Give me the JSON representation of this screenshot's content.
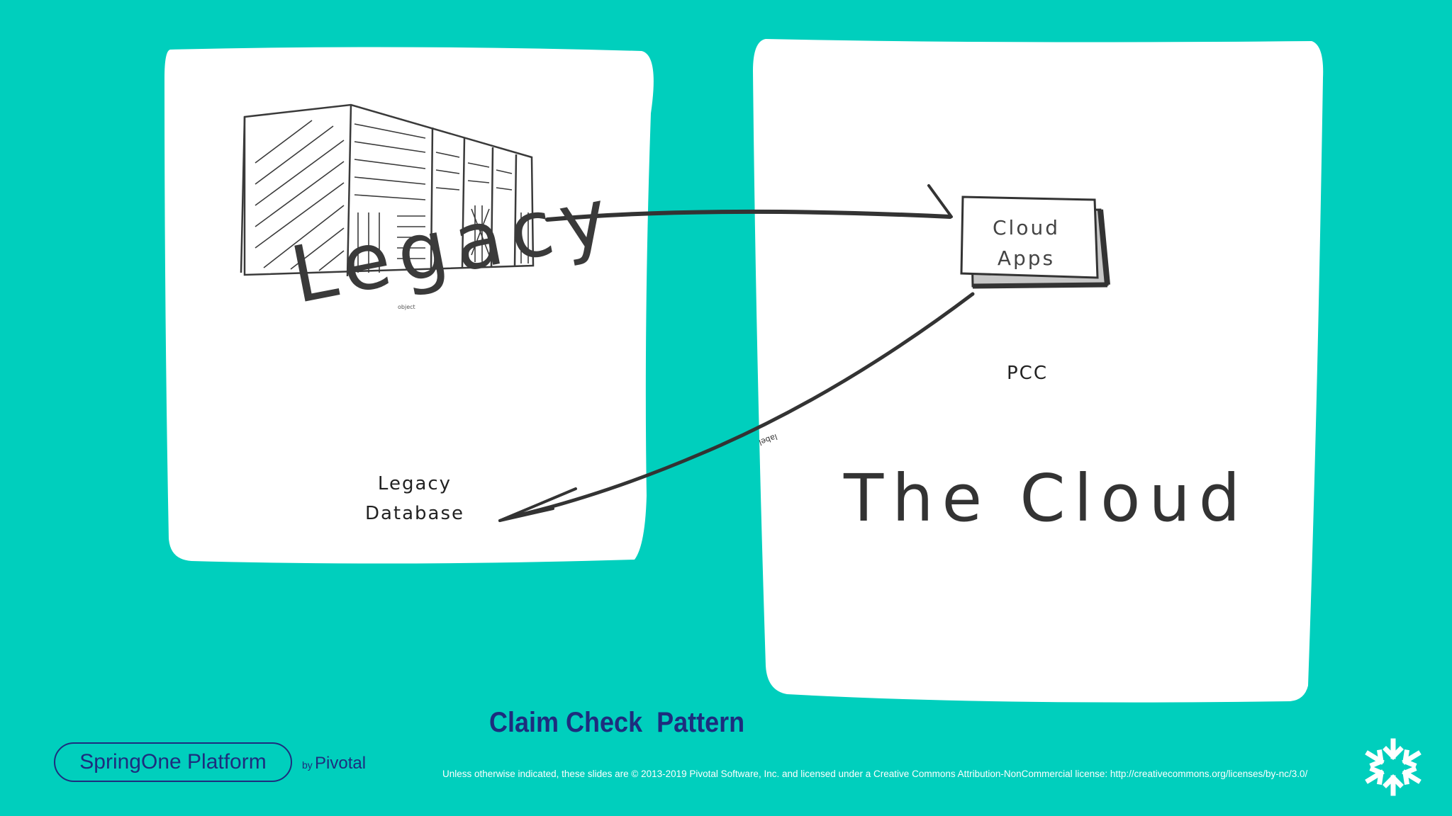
{
  "diagram": {
    "left_panel": {
      "big_label": "Legacy",
      "tiny_label": "object",
      "node_label": "Legacy Database"
    },
    "right_panel": {
      "node_label": "Cloud Apps",
      "sub_label": "PCC",
      "big_label": "The Cloud"
    },
    "arrow_label": "label"
  },
  "slide": {
    "title": "Claim Check  Pattern",
    "brand": "SpringOne Platform",
    "brand_by": "by",
    "brand_company": "Pivotal",
    "license": "Unless otherwise indicated, these slides are © 2013-2019 Pivotal Software, Inc. and licensed under a Creative Commons Attribution-NonCommercial license: http://creativecommons.org/licenses/by-nc/3.0/"
  },
  "colors": {
    "background": "#00cfbd",
    "panel": "#ffffff",
    "title": "#1d2d7e",
    "ink": "#333333"
  }
}
